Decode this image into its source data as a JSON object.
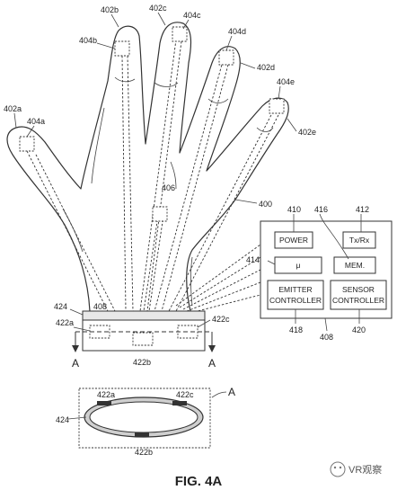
{
  "figure_label": "FIG. 4A",
  "watermark": "VR观察",
  "refs": {
    "finger_thumb": "402a",
    "finger_index": "402b",
    "finger_middle": "402c",
    "finger_ring": "402d",
    "finger_pinky": "402e",
    "sensor_thumb": "404a",
    "sensor_index": "404b",
    "sensor_middle": "404c",
    "sensor_ring": "404d",
    "sensor_pinky": "404e",
    "hand": "400",
    "palm_sensor": "406",
    "band_wire": "408",
    "controller_unit": "408",
    "power_ref": "410",
    "txrx_ref": "412",
    "mu_ref": "414",
    "mem_ref": "416",
    "emitter_ref": "418",
    "sensor_ctrl_ref": "420",
    "emitter_a": "422a",
    "emitter_b": "422b",
    "emitter_c": "422c",
    "band": "424",
    "section_marker": "A",
    "cross_section_ref": "A",
    "cs_emitter_a": "422a",
    "cs_emitter_c": "422c",
    "cs_emitter_b": "422b",
    "cs_band": "424"
  },
  "controller": {
    "power": "POWER",
    "txrx": "Tx/Rx",
    "mu": "μ",
    "mem": "MEM.",
    "emitter_line1": "EMITTER",
    "emitter_line2": "CONTROLLER",
    "sensor_line1": "SENSOR",
    "sensor_line2": "CONTROLLER"
  }
}
